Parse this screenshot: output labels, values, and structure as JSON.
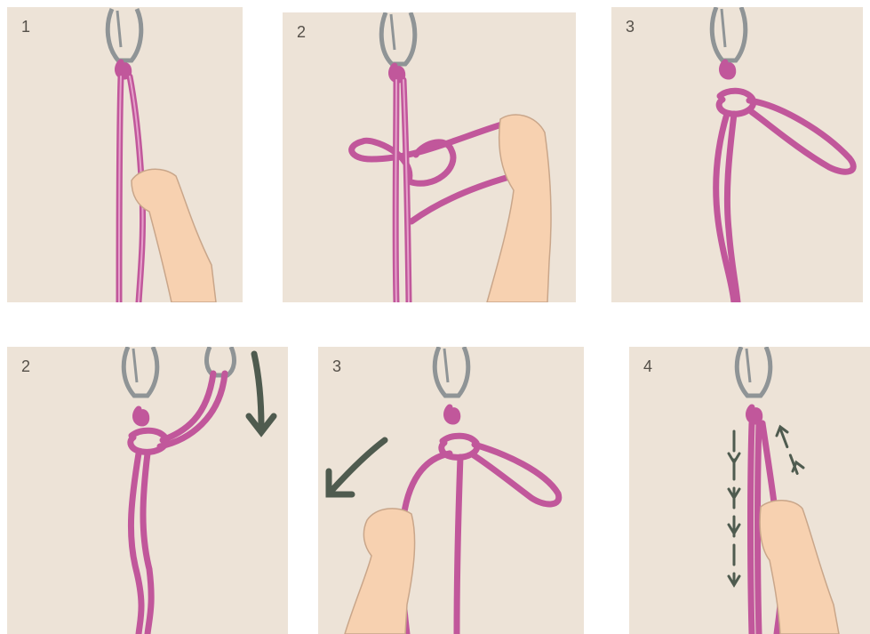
{
  "panels": [
    {
      "number": "1"
    },
    {
      "number": "2"
    },
    {
      "number": "3"
    },
    {
      "number": "2"
    },
    {
      "number": "3"
    },
    {
      "number": "4"
    }
  ],
  "colors": {
    "panel_bg": "#ede3d7",
    "rope": "#c1579b",
    "rope_highlight": "#e6a1cb",
    "carabiner": "#8f9496",
    "skin": "#f7d1b0",
    "arrow": "#4f5b4f"
  }
}
